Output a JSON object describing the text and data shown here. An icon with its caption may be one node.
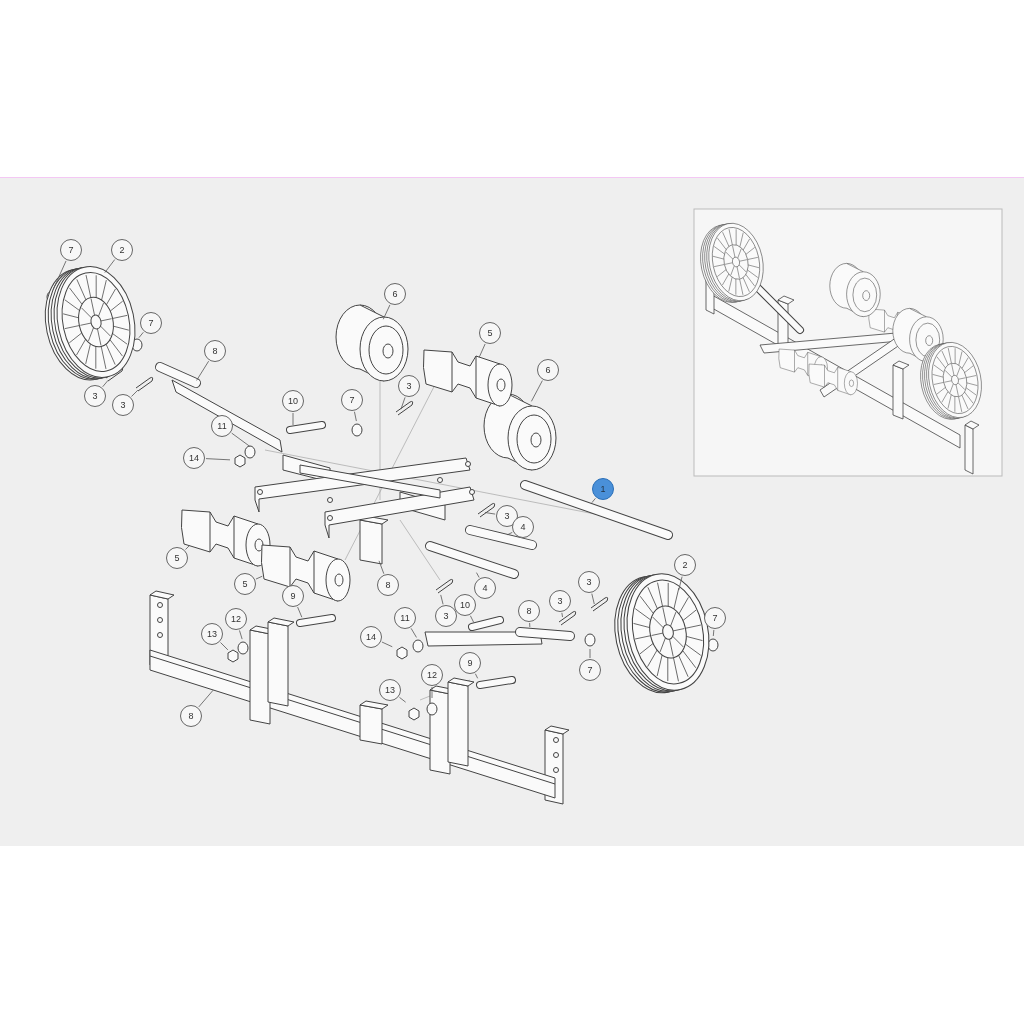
{
  "diagram": {
    "nodes": [
      {
        "text": [
          "1"
        ]
      },
      {
        "text": [
          "7"
        ]
      },
      {
        "text": [
          "2"
        ]
      },
      {
        "text": [
          "7"
        ]
      },
      {
        "text": [
          "8"
        ]
      },
      {
        "text": [
          "3"
        ]
      },
      {
        "text": [
          "3"
        ]
      },
      {
        "text": [
          "10"
        ]
      },
      {
        "text": [
          "7"
        ]
      },
      {
        "text": [
          "3"
        ]
      },
      {
        "text": [
          "11"
        ]
      },
      {
        "text": [
          "14"
        ]
      },
      {
        "text": [
          "6"
        ]
      },
      {
        "text": [
          "5"
        ]
      },
      {
        "text": [
          "6"
        ]
      },
      {
        "text": [
          "3"
        ]
      },
      {
        "text": [
          "4"
        ]
      },
      {
        "text": [
          "4"
        ]
      },
      {
        "text": [
          "3"
        ]
      },
      {
        "text": [
          "10"
        ]
      },
      {
        "text": [
          "8"
        ]
      },
      {
        "text": [
          "3"
        ]
      },
      {
        "text": [
          "3"
        ]
      },
      {
        "text": [
          "2"
        ]
      },
      {
        "text": [
          "7"
        ]
      },
      {
        "text": [
          "7"
        ]
      },
      {
        "text": [
          "11"
        ]
      },
      {
        "text": [
          "14"
        ]
      },
      {
        "text": [
          "9"
        ]
      },
      {
        "text": [
          "13"
        ]
      },
      {
        "text": [
          "12"
        ]
      },
      {
        "text": [
          "5"
        ]
      },
      {
        "text": [
          "5"
        ]
      },
      {
        "text": [
          "8"
        ]
      },
      {
        "text": [
          "9"
        ]
      },
      {
        "text": [
          "13"
        ]
      },
      {
        "text": [
          "12"
        ]
      },
      {
        "text": [
          "8"
        ]
      }
    ],
    "edges": [
      {
        "from": 0,
        "to": null,
        "arrow": "none"
      },
      {
        "from": 1,
        "to": null,
        "arrow": "none"
      },
      {
        "from": 2,
        "to": null,
        "arrow": "none"
      },
      {
        "from": 3,
        "to": null,
        "arrow": "none"
      },
      {
        "from": 4,
        "to": null,
        "arrow": "none"
      },
      {
        "from": 5,
        "to": null,
        "arrow": "none"
      },
      {
        "from": 6,
        "to": null,
        "arrow": "none"
      },
      {
        "from": 7,
        "to": null,
        "arrow": "none"
      },
      {
        "from": 8,
        "to": null,
        "arrow": "none"
      },
      {
        "from": 9,
        "to": null,
        "arrow": "none"
      },
      {
        "from": 10,
        "to": null,
        "arrow": "none"
      },
      {
        "from": 11,
        "to": null,
        "arrow": "none"
      },
      {
        "from": 12,
        "to": null,
        "arrow": "none"
      },
      {
        "from": 13,
        "to": null,
        "arrow": "none"
      },
      {
        "from": 14,
        "to": null,
        "arrow": "none"
      },
      {
        "from": 15,
        "to": null,
        "arrow": "none"
      },
      {
        "from": 16,
        "to": null,
        "arrow": "none"
      },
      {
        "from": 17,
        "to": null,
        "arrow": "none"
      },
      {
        "from": 18,
        "to": null,
        "arrow": "none"
      },
      {
        "from": 19,
        "to": null,
        "arrow": "none"
      },
      {
        "from": 20,
        "to": null,
        "arrow": "none"
      },
      {
        "from": 21,
        "to": null,
        "arrow": "none"
      },
      {
        "from": 22,
        "to": null,
        "arrow": "none"
      },
      {
        "from": 23,
        "to": null,
        "arrow": "none"
      },
      {
        "from": 24,
        "to": null,
        "arrow": "none"
      },
      {
        "from": 25,
        "to": null,
        "arrow": "none"
      },
      {
        "from": 26,
        "to": null,
        "arrow": "none"
      },
      {
        "from": 27,
        "to": null,
        "arrow": "none"
      },
      {
        "from": 28,
        "to": null,
        "arrow": "none"
      },
      {
        "from": 29,
        "to": null,
        "arrow": "none"
      },
      {
        "from": 30,
        "to": null,
        "arrow": "none"
      },
      {
        "from": 31,
        "to": null,
        "arrow": "none"
      },
      {
        "from": 32,
        "to": null,
        "arrow": "none"
      },
      {
        "from": 33,
        "to": null,
        "arrow": "none"
      },
      {
        "from": 34,
        "to": null,
        "arrow": "none"
      },
      {
        "from": 35,
        "to": null,
        "arrow": "none"
      },
      {
        "from": 36,
        "to": null,
        "arrow": "none"
      },
      {
        "from": 37,
        "to": null,
        "arrow": "none"
      }
    ]
  }
}
